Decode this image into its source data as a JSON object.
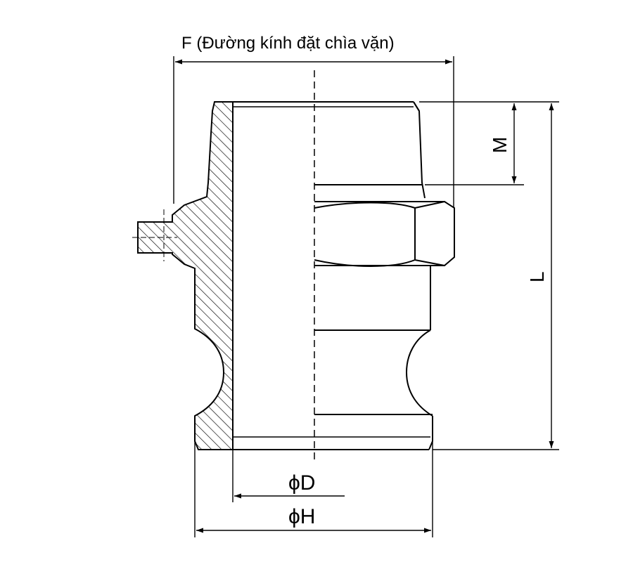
{
  "labels": {
    "wrench_width": "F (Đường kính đặt chìa vặn)",
    "thread_length": "M",
    "overall_length": "L",
    "inner_diameter": "ϕD",
    "outer_diameter": "ϕH"
  }
}
